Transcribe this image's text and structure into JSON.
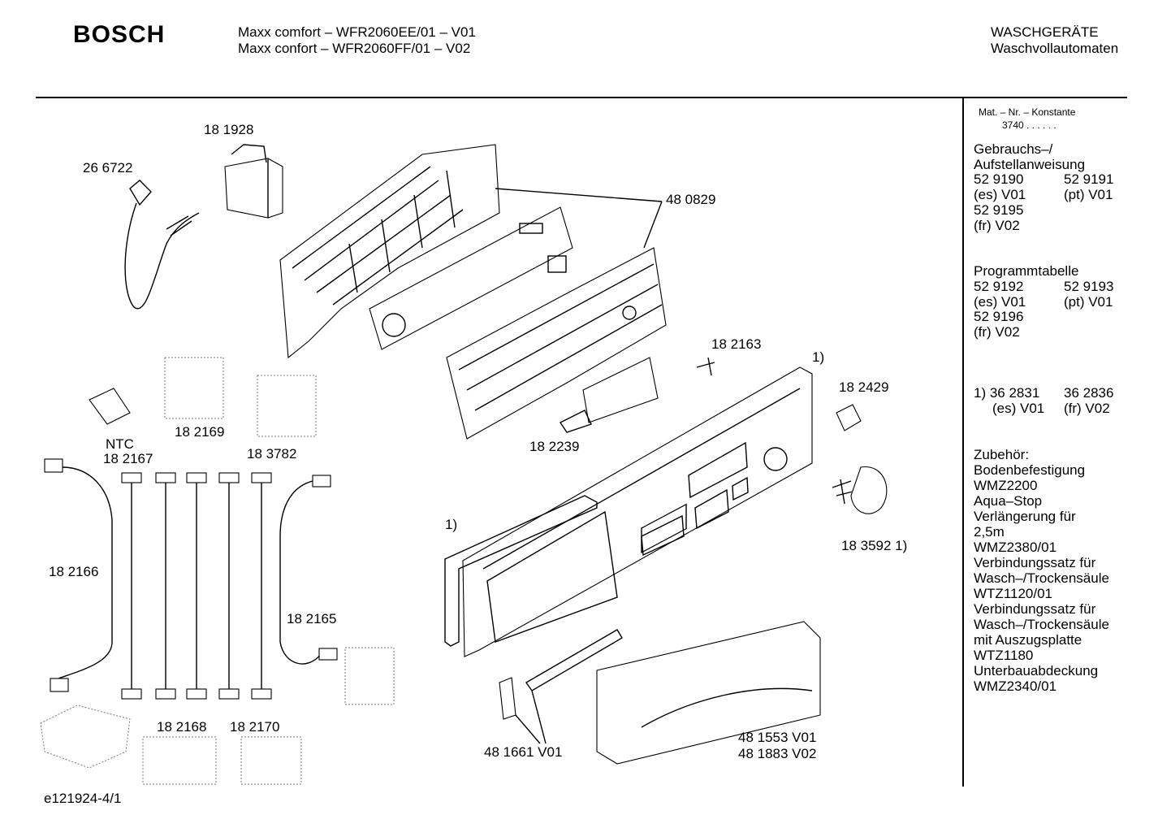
{
  "header": {
    "brand": "BOSCH",
    "model_line_1": "Maxx comfort – WFR2060EE/01 – V01",
    "model_line_2": "Maxx confort – WFR2060FF/01 – V02",
    "category_1": "WASCHGERÄTE",
    "category_2": "Waschvollautomaten"
  },
  "sidebar": {
    "mat_label": "Mat. – Nr. – Konstante",
    "mat_value": "3740 . .  . . . .",
    "manual_title_1": "Gebrauchs–/",
    "manual_title_2": "Aufstellanweisung",
    "manual_a": "52 9190",
    "manual_b": "52 9191",
    "manual_a_lang": "(es) V01",
    "manual_b_lang": "(pt) V01",
    "manual_c": "52 9195",
    "manual_c_lang": "(fr) V02",
    "prog_title": "Programmtabelle",
    "prog_a": "52 9192",
    "prog_b": "52 9193",
    "prog_a_lang": "(es) V01",
    "prog_b_lang": "(pt) V01",
    "prog_c": "52 9196",
    "prog_c_lang": "(fr) V02",
    "note_marker": "1) 36 2831",
    "note_b": "36 2836",
    "note_a_lang": "(es) V01",
    "note_b_lang": "(fr) V02",
    "acc_title": "Zubehör:",
    "acc_lines": [
      "Bodenbefestigung",
      "WMZ2200",
      "Aqua–Stop",
      "Verlängerung für",
      "2,5m",
      "WMZ2380/01",
      "Verbindungssatz für",
      "Wasch–/Trockensäule",
      "WTZ1120/01",
      "Verbindungssatz für",
      "Wasch–/Trockensäule",
      "mit  Auszugsplatte",
      "WTZ1180",
      "Unterbauabdeckung",
      "WMZ2340/01"
    ]
  },
  "parts": {
    "p181928": "18 1928",
    "p266722": "26 6722",
    "p480829": "48 0829",
    "p182163": "18 2163",
    "mark_1a": "1)",
    "p182429": "18 2429",
    "p182239": "18 2239",
    "ntc": "NTC",
    "p182167": "18 2167",
    "p182169": "18 2169",
    "p183782": "18 3782",
    "mark_1b": "1)",
    "p183592": "18 3592 1)",
    "p182166": "18 2166",
    "p182165": "18 2165",
    "p182168": "18 2168",
    "p182170": "18 2170",
    "p481661": "48 1661 V01",
    "p481553": "48 1553 V01",
    "p481883": "48 1883 V02"
  },
  "footer": {
    "code": "e121924-4/1"
  }
}
